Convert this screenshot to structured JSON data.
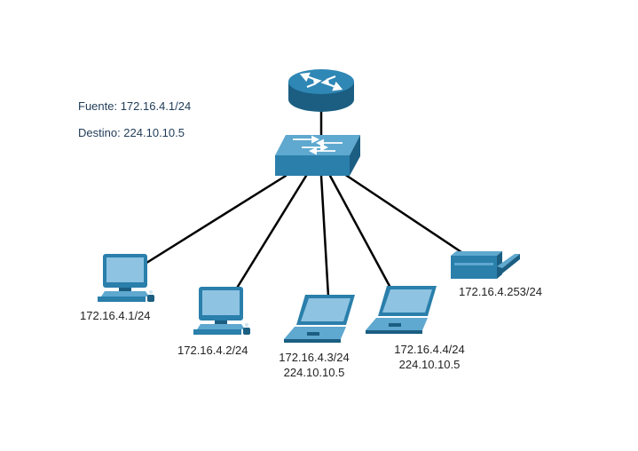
{
  "info": {
    "source": "Fuente: 172.16.4.1/24",
    "destination": "Destino: 224.10.10.5"
  },
  "devices": {
    "pc1": {
      "ip": "172.16.4.1/24"
    },
    "pc2": {
      "ip": "172.16.4.2/24"
    },
    "laptop1": {
      "ip": "172.16.4.3/24",
      "group": "224.10.10.5"
    },
    "laptop2": {
      "ip": "172.16.4.4/24",
      "group": "224.10.10.5"
    },
    "server": {
      "ip": "172.16.4.253/24"
    }
  },
  "colors": {
    "device_blue": "#2a7fab",
    "device_dark": "#1b5e82",
    "device_light": "#5fa8cf",
    "screen": "#8ec3e2",
    "link": "#000000"
  }
}
